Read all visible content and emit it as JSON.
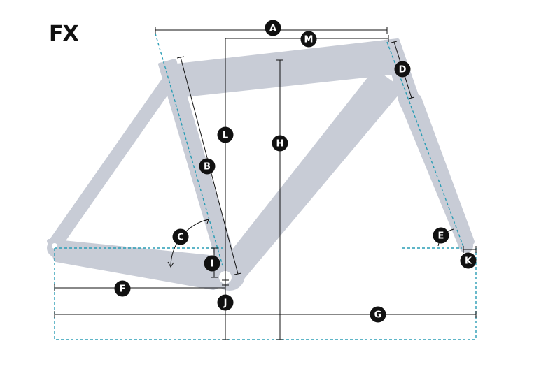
{
  "model": "FX",
  "colors": {
    "frame": "#c8ccd6",
    "measure": "#111111",
    "reference": "#2a9db5",
    "badge": "#111111",
    "badge_text": "#ffffff"
  },
  "labels": {
    "A": "A",
    "B": "B",
    "C": "C",
    "D": "D",
    "E": "E",
    "F": "F",
    "G": "G",
    "H": "H",
    "I": "I",
    "J": "J",
    "K": "K",
    "L": "L",
    "M": "M"
  }
}
